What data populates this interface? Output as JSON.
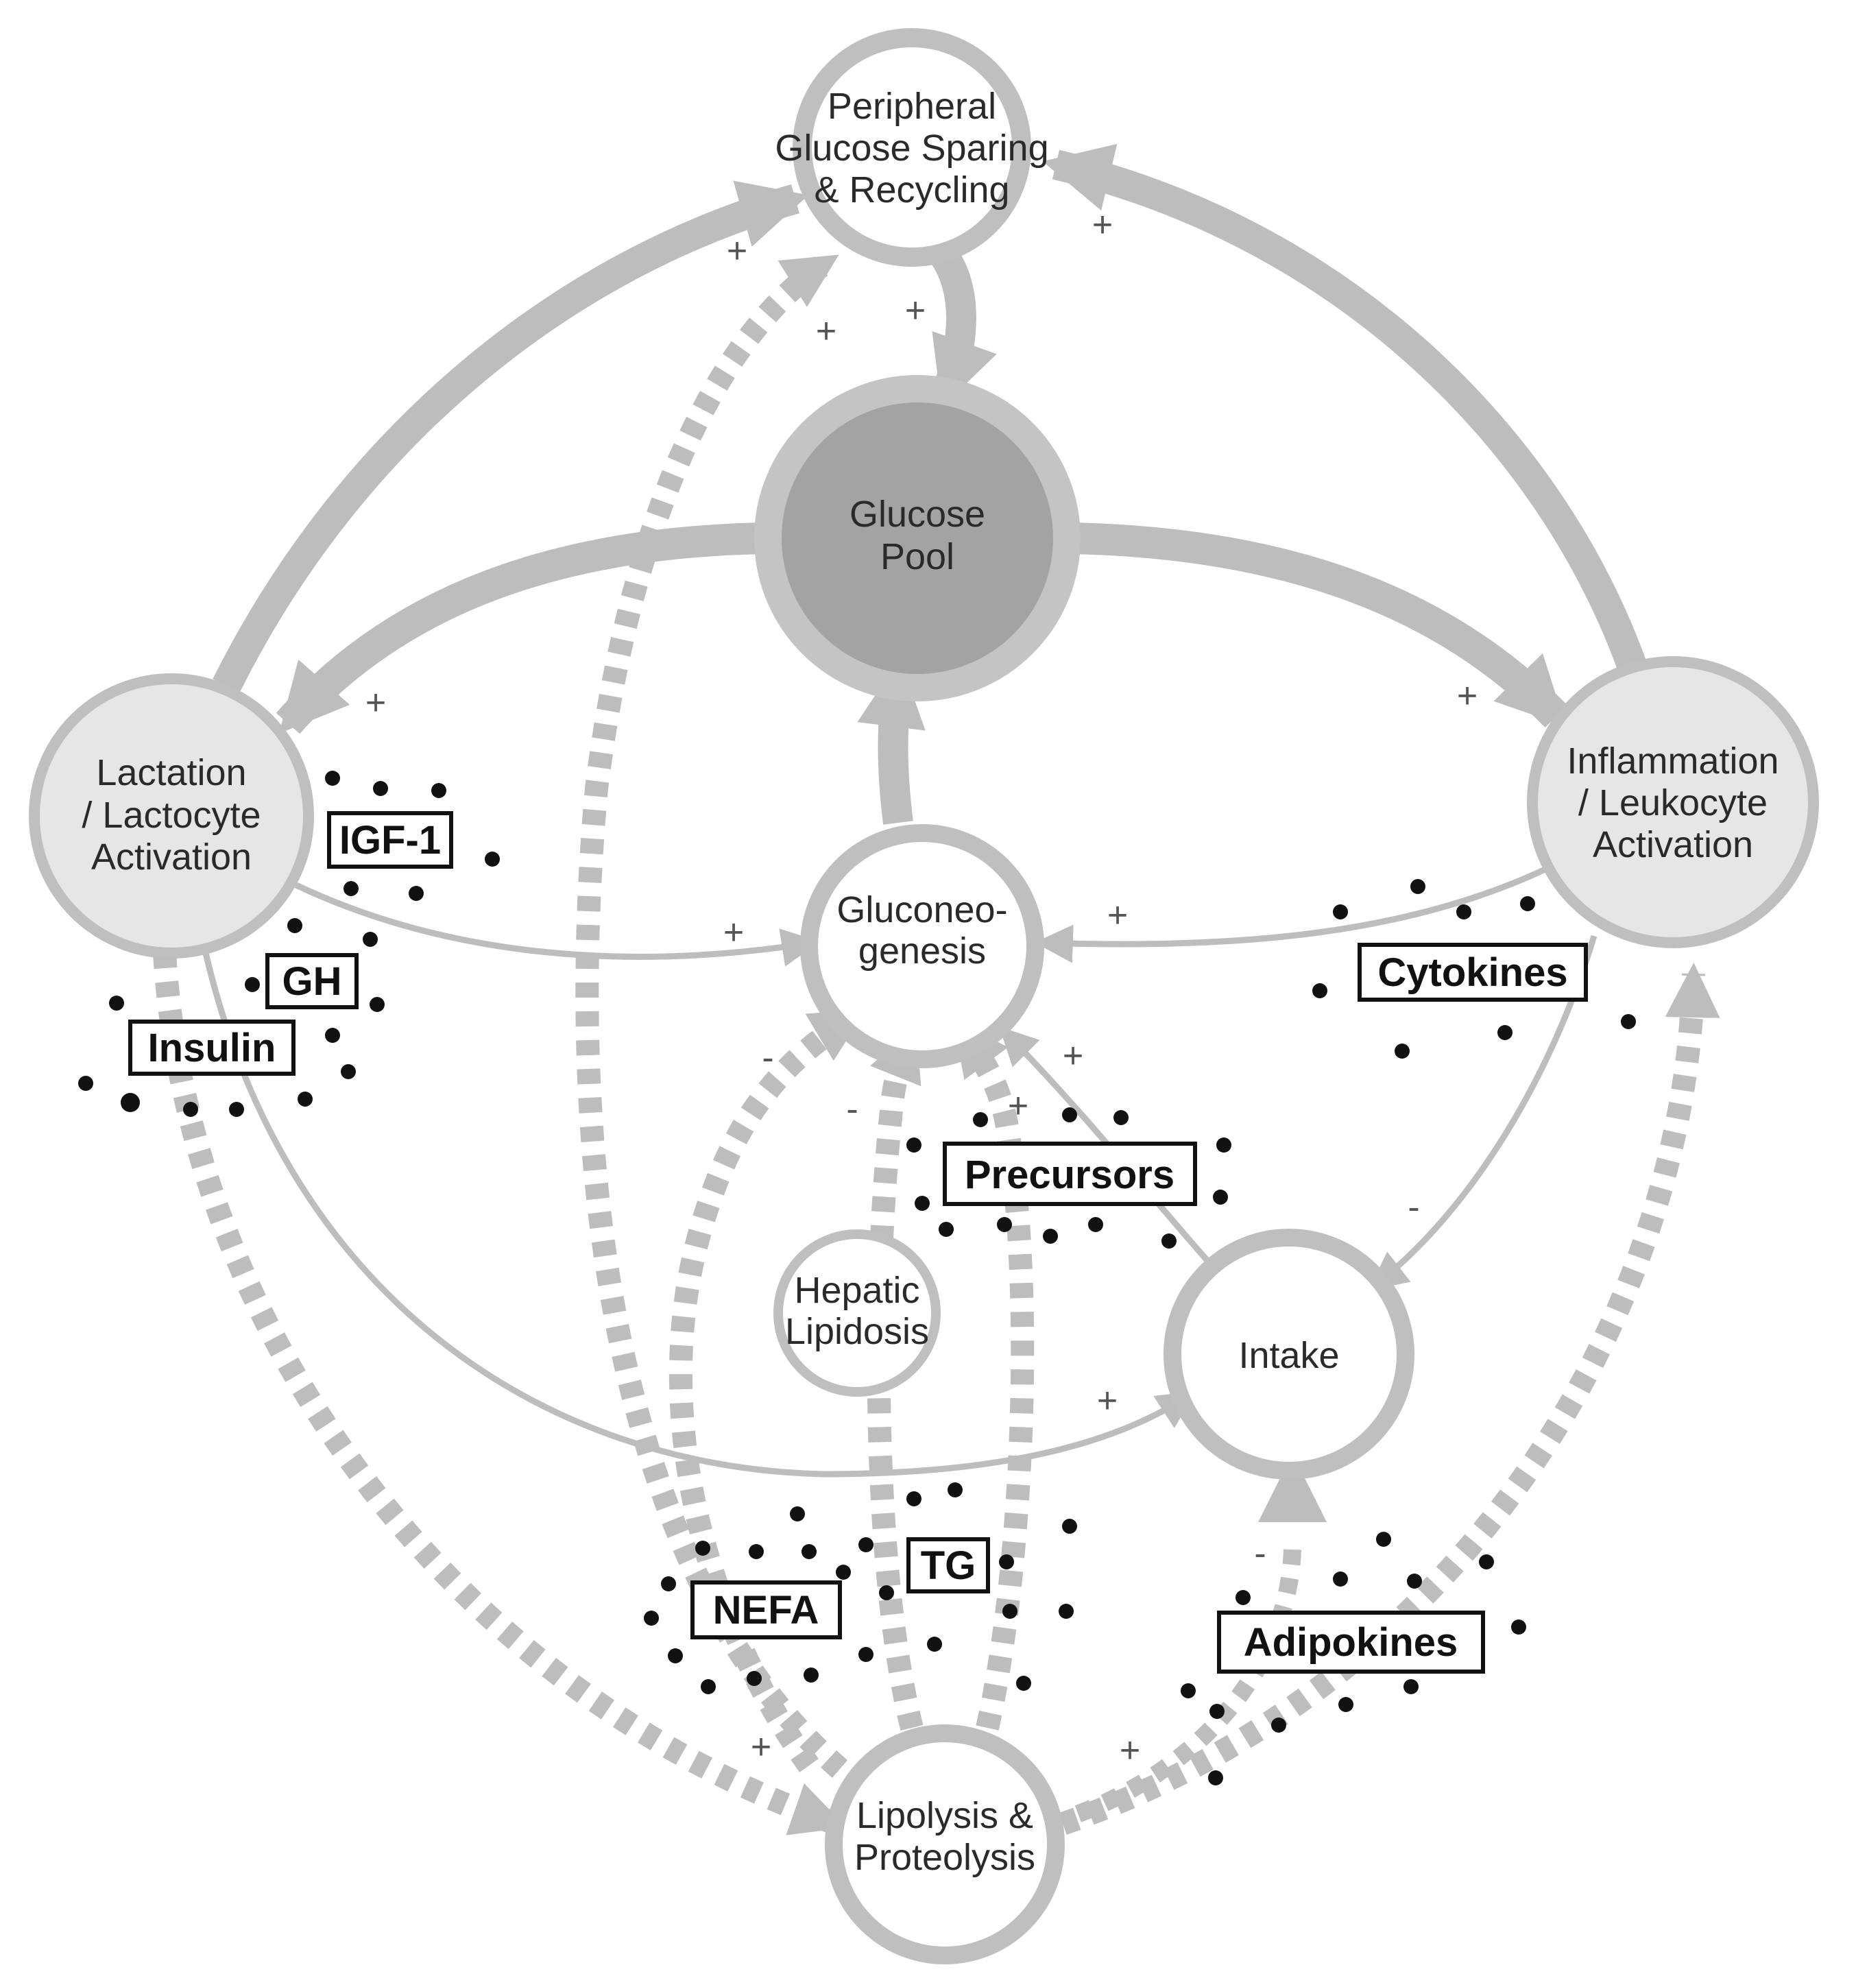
{
  "colors": {
    "arrow": "#bdbdbd",
    "arrow_dark": "#a9a9a9",
    "node_fill_light": "#e6e6e6",
    "node_fill_dark": "#a3a3a3",
    "node_ring": "#bfbfbf",
    "dot": "#111111",
    "box_border": "#111111"
  },
  "nodes": {
    "peripheral": {
      "lines": [
        "Peripheral",
        "Glucose Sparing",
        "& Recycling"
      ]
    },
    "glucose_pool": {
      "lines": [
        "Glucose",
        "Pool"
      ]
    },
    "lactation": {
      "lines": [
        "Lactation",
        "/ Lactocyte",
        "Activation"
      ]
    },
    "inflammation": {
      "lines": [
        "Inflammation",
        "/ Leukocyte",
        "Activation"
      ]
    },
    "gluconeogenesis": {
      "lines": [
        "Gluconeo-",
        "genesis"
      ]
    },
    "hepatic": {
      "lines": [
        "Hepatic",
        "Lipidosis"
      ]
    },
    "intake": {
      "lines": [
        "Intake"
      ]
    },
    "lipolysis": {
      "lines": [
        "Lipolysis &",
        "Proteolysis"
      ]
    }
  },
  "factors": {
    "igf1": "IGF-1",
    "gh": "GH",
    "insulin": "Insulin",
    "cytokines": "Cytokines",
    "precursors": "Precursors",
    "nefa": "NEFA",
    "tg": "TG",
    "adipokines": "Adipokines"
  },
  "signs": {
    "plus": "+",
    "minus": "-"
  }
}
